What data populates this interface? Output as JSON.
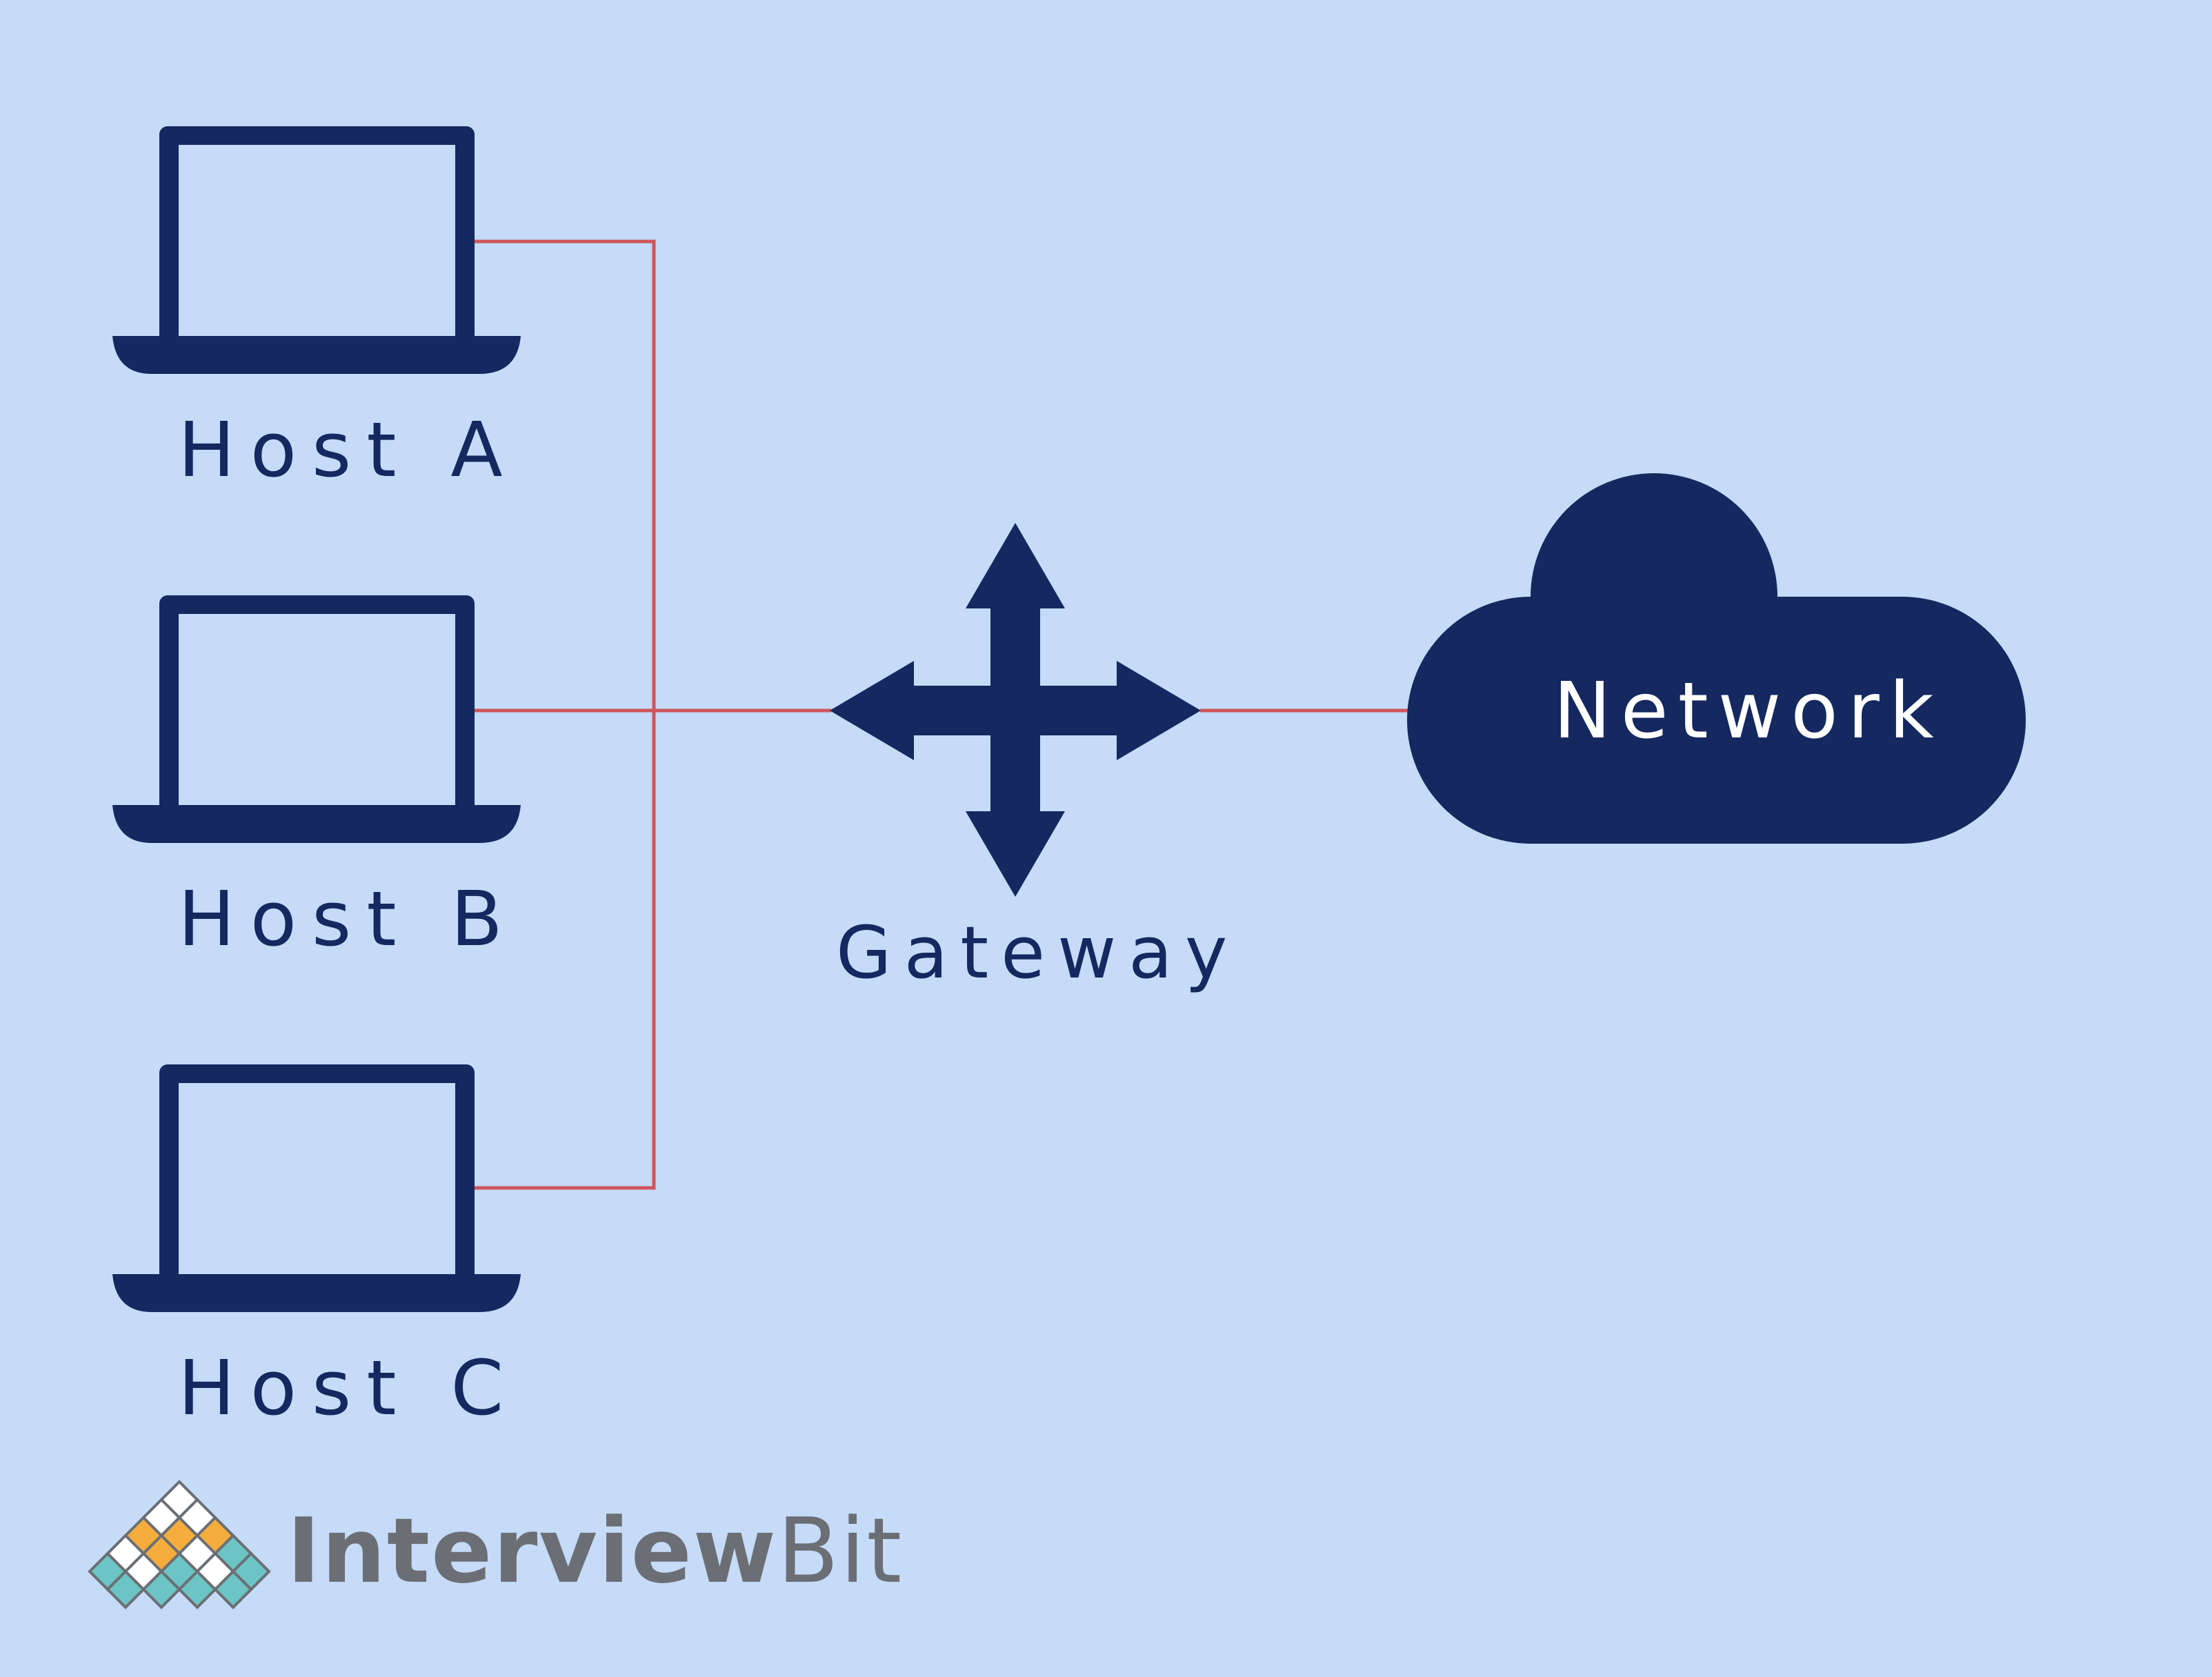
{
  "hosts": [
    {
      "label": "Host A",
      "icon": "laptop-icon"
    },
    {
      "label": "Host B",
      "icon": "laptop-icon"
    },
    {
      "label": "Host C",
      "icon": "laptop-icon"
    }
  ],
  "gateway": {
    "label": "Gateway",
    "icon": "four-way-arrow-icon"
  },
  "network": {
    "label": "Network",
    "icon": "cloud-icon"
  },
  "logo": {
    "text_bold": "Interview",
    "text_light": "Bit"
  },
  "colors": {
    "background": "#c5dbf8",
    "navy": "#15285f",
    "connector": "#d0555c",
    "logo_teal": "#6cc4c4",
    "logo_orange": "#f4ad3d",
    "logo_gray": "#6b6f75"
  }
}
